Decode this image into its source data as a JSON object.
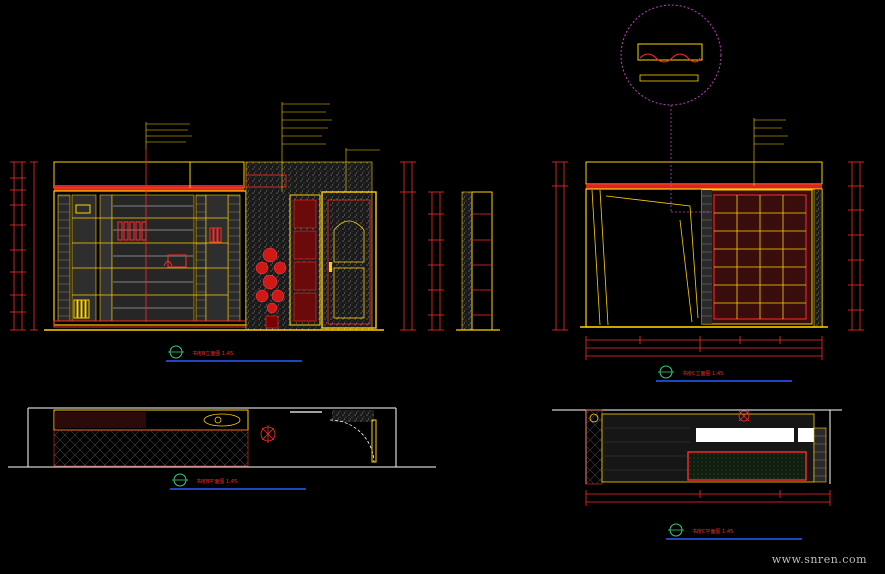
{
  "drawing": {
    "title": "Interior design CAD elevation and plan sheet",
    "views": [
      {
        "id": "elev-left",
        "caption_lines": [
          "书房B立面图 1:45"
        ]
      },
      {
        "id": "elev-right",
        "caption_lines": [
          "书房C立面图 1:45"
        ]
      },
      {
        "id": "plan-left",
        "caption_lines": [
          "书房B平面图 1:45"
        ]
      },
      {
        "id": "plan-right",
        "caption_lines": [
          "书房C平面图 1:45"
        ]
      }
    ],
    "watermark": "www.snren.com"
  },
  "colors": {
    "background": "#000000",
    "outline_red": "#ff2a2a",
    "outline_yellow": "#ffd000",
    "grey_fill": "#6e6e6e",
    "white": "#ffffff",
    "blue_underline": "#2b5cff",
    "magenta_detail": "#c040c0",
    "green_symbol": "#35d07a"
  }
}
